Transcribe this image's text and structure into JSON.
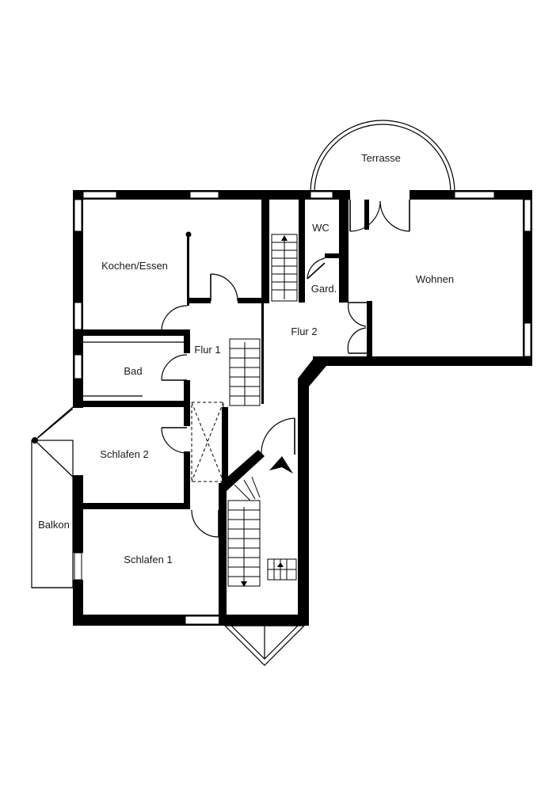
{
  "rooms": {
    "terrasse": "Terrasse",
    "wc": "WC",
    "kochen_essen": "Kochen/Essen",
    "gard": "Gard.",
    "wohnen": "Wohnen",
    "flur2": "Flur 2",
    "flur1": "Flur 1",
    "bad": "Bad",
    "schlafen2": "Schlafen 2",
    "balkon": "Balkon",
    "schlafen1": "Schlafen 1"
  },
  "colors": {
    "wall": "#000000",
    "background": "#ffffff",
    "text": "#1a1a1a"
  }
}
